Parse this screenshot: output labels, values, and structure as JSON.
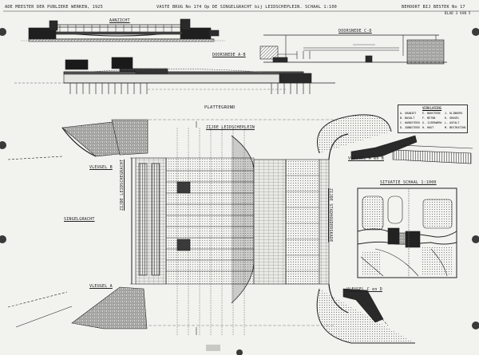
{
  "header": {
    "left": "ADE MEESTER DER PUBLIEKE WERKEN, 1925",
    "center": "VASTE BRUG No 174 Op DE SINGELGRACHT bij LEIDSCHEPLEIN. SCHAAL 1:100",
    "right": "BEHOORT BIJ BESTEK No 17",
    "right_sub": "BLAD 3 VAN 5"
  },
  "captions": {
    "aanzicht": "AANZICHT",
    "doorsnede_ab": "DOORSNEDE A-B",
    "doorsnede_cd": "DOORSNEDE C-D",
    "plattegrond": "PLATTEGROND",
    "leidscheplein": "ZIJDE LEIDSCHEPLEIN",
    "vleugel_a": "VLEUGEL A",
    "vleugel_b": "VLEUGEL B",
    "vleugel_ab": "VLEUGEL A en B",
    "vleugel_cd": "VLEUGEL C en D",
    "singelgracht": "SINGELGRACHT",
    "leidschegracht": "ZIJDE LEIDSCHEGRACHT",
    "stadhouderskade": "ZIJDE STADHOUDERSKADE",
    "situatie": "SITUATIE SCHAAL 1:1000"
  },
  "legend": {
    "title": "VERKLARING",
    "items": [
      "A. GRANIET",
      "B. BASALT",
      "C. HARDSTEEN",
      "D. ZANDSTEEN",
      "E. BAKSTEEN",
      "F. BETON",
      "G. IJZERWERK",
      "H. HOUT",
      "J. KLINKERS",
      "K. GRAVEL",
      "L. ASFALT",
      "M. BESTRATING"
    ]
  },
  "colors": {
    "paper": "#f2f2ef",
    "ink": "#262626",
    "hatch": "#555555",
    "pin": "#3a3a3a"
  }
}
